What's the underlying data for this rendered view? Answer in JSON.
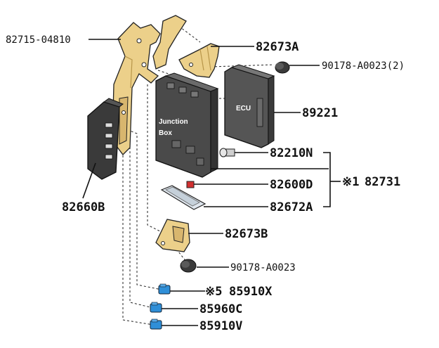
{
  "inner_labels": {
    "junction_box": [
      "Junction",
      "Box"
    ],
    "ecu": "ECU"
  },
  "parts": {
    "p82715": "82715-04810",
    "p82673A": "82673A",
    "p90178a": "90178-A0023(2)",
    "p89221": "89221",
    "p82210N": "82210N",
    "p82600D": "82600D",
    "p82672A": "82672A",
    "p82731": "82731",
    "p82660B": "82660B",
    "p82673B": "82673B",
    "p90178b": "90178-A0023",
    "p85910X": "85910X",
    "p85960C": "85960C",
    "p85910V": "85910V"
  },
  "notes": {
    "n1": "※1",
    "n5": "※5"
  },
  "colors": {
    "bracket": "#ecd08a",
    "bracket_dark": "#b8964a",
    "junction_box": "#4a4a4a",
    "ecu": "#555555",
    "connector_blue": "#2f8fd8",
    "nut": "#3a3a3a"
  }
}
